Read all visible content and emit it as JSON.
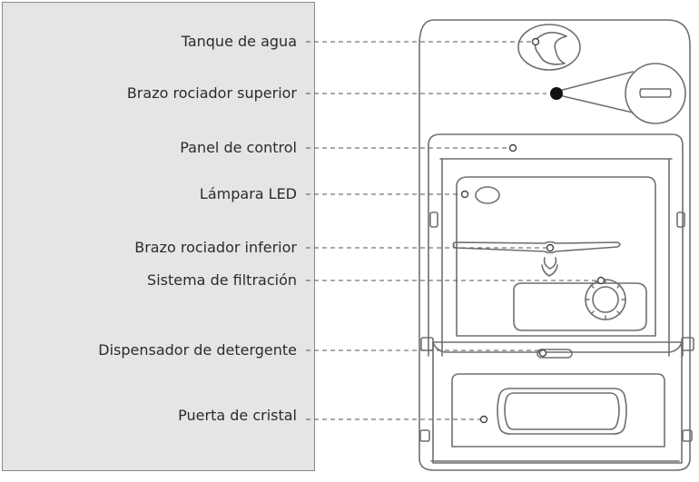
{
  "labels": [
    "Tanque de agua",
    "Brazo rociador superior",
    "Panel de control",
    "Lámpara LED",
    "Brazo rociador inferior",
    "Sistema de filtración",
    "Dispensador de detergente",
    "Puerta de cristal"
  ],
  "colors": {
    "panel_fill": "#e5e5e5",
    "outline": "#6f6f6f",
    "leader": "#555555",
    "text": "#2b2b2b",
    "spray_dot": "#111111"
  }
}
